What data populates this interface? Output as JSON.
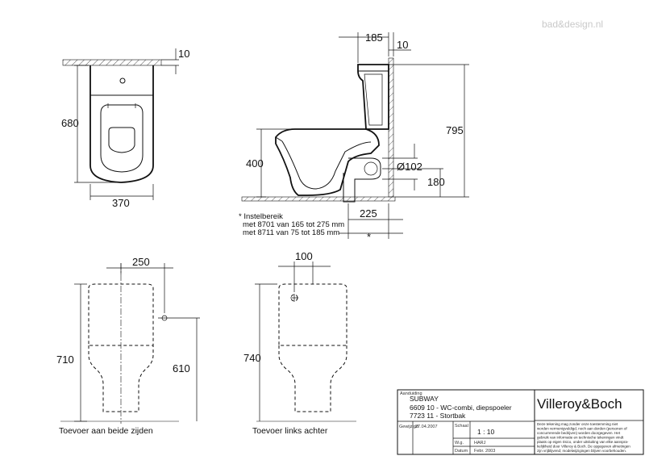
{
  "watermark": "bad&design.nl",
  "dimensions": {
    "top_gap": "10",
    "top_depth": "680",
    "top_width": "370",
    "side_tank": "185",
    "side_gap": "10",
    "side_height": "795",
    "side_seat": "400",
    "side_pipe": "Ø102",
    "side_outlet": "180",
    "side_offset": "225",
    "side_star": "*",
    "front_left_offset": "250",
    "front_left_total": "710",
    "front_left_inlet": "610",
    "front_right_offset": "100",
    "front_right_total": "740"
  },
  "note": {
    "line1": "* Instelbereik",
    "line2": "met 8701 van 165 tot 275 mm",
    "line3": "met 8711 van   75 tot 185 mm"
  },
  "captions": {
    "front_left": "Toevoer aan beide zijden",
    "front_right": "Toevoer links achter"
  },
  "title_block": {
    "label_top": "Aanduiding",
    "product": "SUBWAY",
    "line_a": "6609 10 - WC-combi, diepspoeler",
    "line_b": "7723 11 - Stortbak",
    "brand": "Villeroy&Boch",
    "label_date": "Gewijzigd",
    "date": "27.04.2007",
    "label_scale": "Schaal",
    "scale": "1 : 10",
    "label_wg": "W.g.",
    "wg_value": "HARJ",
    "label_date2": "Datum",
    "date2": "Febr. 2003",
    "disclaimer": [
      "Deze tekening mag zonder onze toestemming niet",
      "worden vermenigvuldigd, noch aan derden (personen of",
      "concurrerende bedrijven) worden doorgegeven. Het",
      "gebruik van informatie en technische tekeningen vindt",
      "plaats op eigen risico, onder uitsluiting van elke aanspra-",
      "kelijkheid door Villeroy & Boch. De opgegeven afmetingen",
      "zijn vrijblijvend; modelwijzigingen blijven voorbehouden."
    ]
  }
}
